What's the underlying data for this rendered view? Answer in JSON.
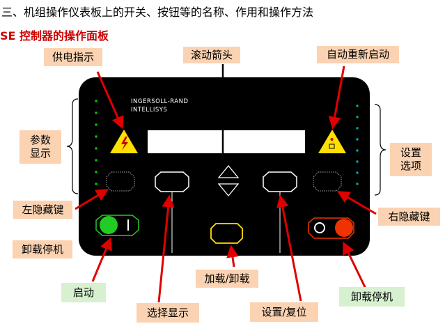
{
  "heading": "三、机组操作仪表板上的开关、按钮等的名称、作用和操作方法",
  "subheading": "SE 控制器的操作面板",
  "panel": {
    "brand_line1": "INGERSOLL-RAND",
    "brand_line2": "INTELLISYS"
  },
  "labels": {
    "power_indicator": "供电指示",
    "scroll_arrows": "滚动箭头",
    "auto_restart": "自动重新启动",
    "params_display_l1": "参数",
    "params_display_l2": "显示",
    "setting_options_l1": "设置",
    "setting_options_l2": "选项",
    "left_hidden_key": "左隐藏键",
    "right_hidden_key": "右隐藏键",
    "unload_stop_left": "卸载停机",
    "unload_stop_right": "卸载停机",
    "start": "启动",
    "load_unload": "加载/卸载",
    "select_display": "选择显示",
    "set_reset": "设置/复位"
  },
  "colors": {
    "label_bg": "#fbd3b2",
    "label_bg_green": "#d6f0d0",
    "arrow": "#e00000",
    "led_left": "#00cc00",
    "led_right": "#00a6a6",
    "warning": "#ffe000",
    "start_button": "#22cc22",
    "stop_button": "#ee3300",
    "load_button_outline": "#ffe000"
  },
  "icons": {
    "warning_left": "warning-triangle-lightning-icon",
    "warning_right": "warning-triangle-square-icon",
    "scroll": "up-down-arrows-icon"
  }
}
